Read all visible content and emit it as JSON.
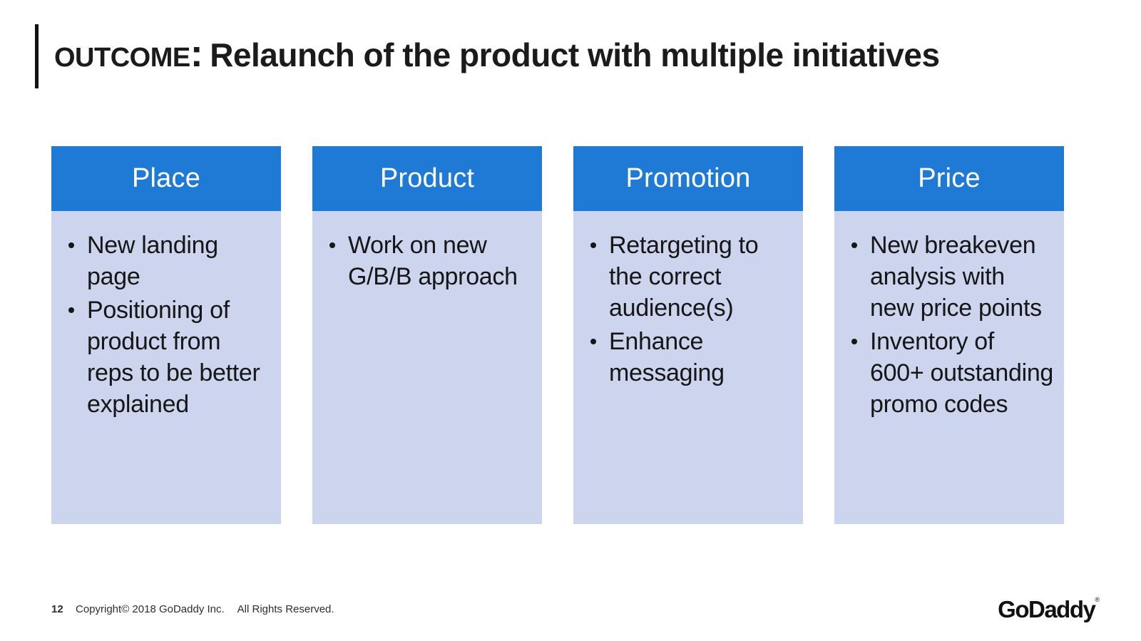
{
  "title": {
    "prefix": "Outcome:",
    "rest": "Relaunch of the product with multiple initiatives"
  },
  "columns": [
    {
      "header": "Place",
      "bullets": [
        "New landing page",
        "Positioning of product from reps to be better explained"
      ]
    },
    {
      "header": "Product",
      "bullets": [
        "Work on new G/B/B approach"
      ]
    },
    {
      "header": "Promotion",
      "bullets": [
        "Retargeting to the correct audience(s)",
        "Enhance messaging"
      ]
    },
    {
      "header": "Price",
      "bullets": [
        "New breakeven analysis with new price points",
        "Inventory of 600+ outstanding promo codes"
      ]
    }
  ],
  "footer": {
    "page_number": "12",
    "copyright": "Copyright© 2018 GoDaddy Inc.",
    "rights": "All Rights Reserved.",
    "logo_text": "GoDaddy",
    "logo_mark": "®"
  },
  "colors": {
    "header_blue": "#1f7ad6",
    "body_lavender": "#cdd5ee",
    "accent_bar": "#121212",
    "title_text": "#1b1b1b",
    "body_text": "#161616",
    "footer_text": "#2d2d2d"
  }
}
